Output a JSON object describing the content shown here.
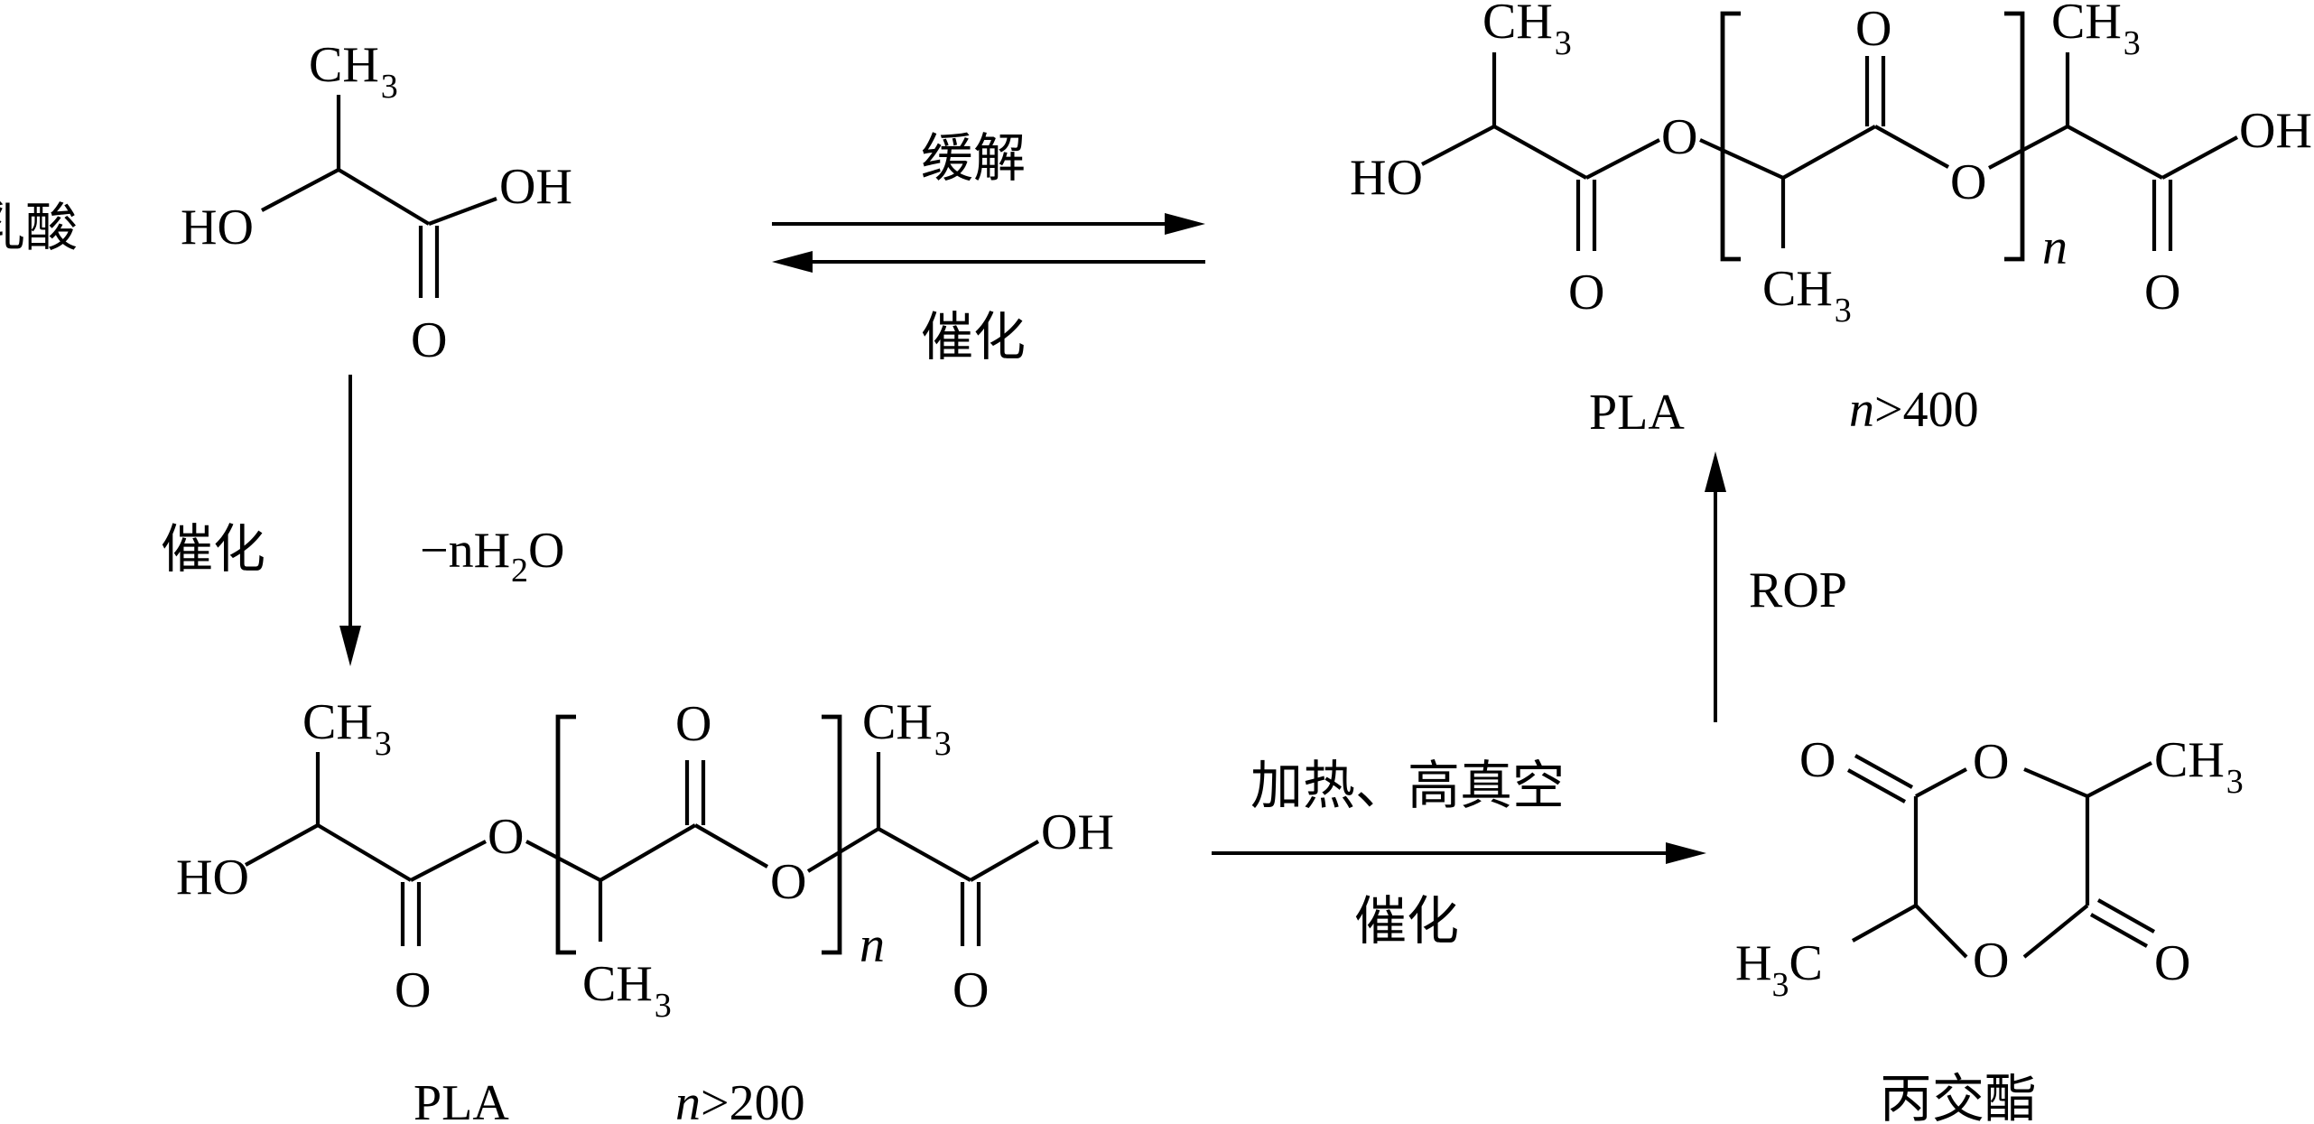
{
  "atoms": {
    "o": "O",
    "ho": "HO",
    "oh": "OH",
    "ch": "CH",
    "h": "H",
    "c": "C",
    "three": "3",
    "two": "2"
  },
  "labels": {
    "lactic_acid": "乳酸",
    "lactide": "丙交酯",
    "pla": "PLA",
    "n": "n",
    "n_gt_200": ">200",
    "n_gt_400": ">400",
    "minus_n": "−nH",
    "water_o": "O"
  },
  "arrows": {
    "top_above": "缓解",
    "top_below": "催化",
    "down_left": "催化",
    "right_above": "加热、高真空",
    "right_below": "催化",
    "up_right": "ROP"
  }
}
